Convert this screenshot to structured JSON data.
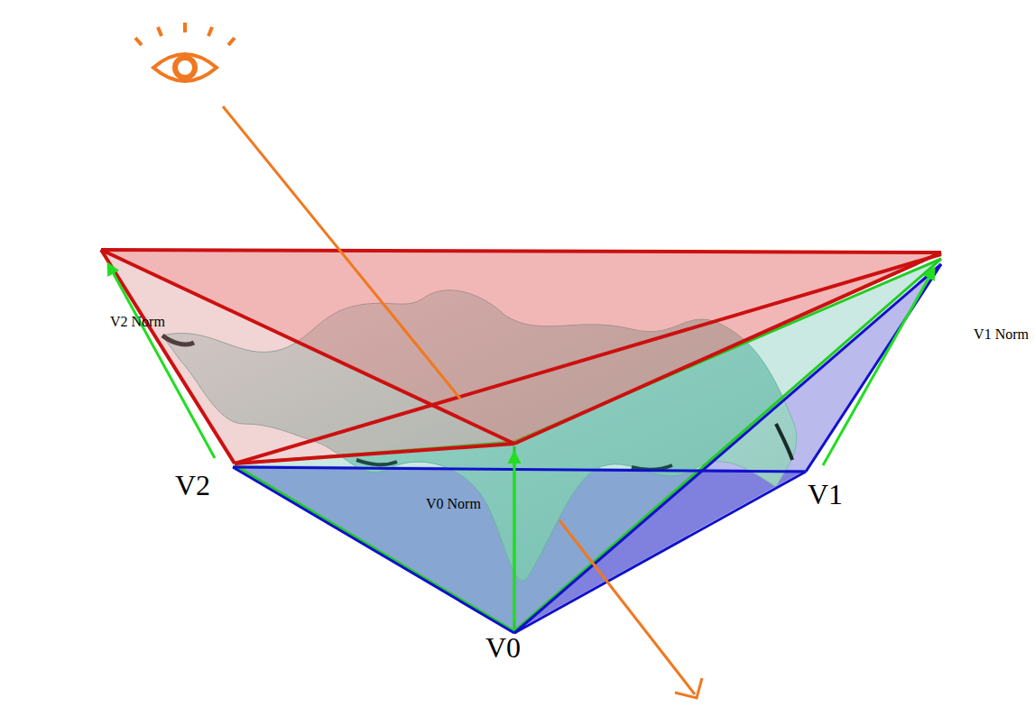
{
  "diagram": {
    "labels": [
      "V2 Norm",
      "V1 Norm",
      "V0 Norm",
      "V2",
      "V1",
      "V0"
    ]
  }
}
